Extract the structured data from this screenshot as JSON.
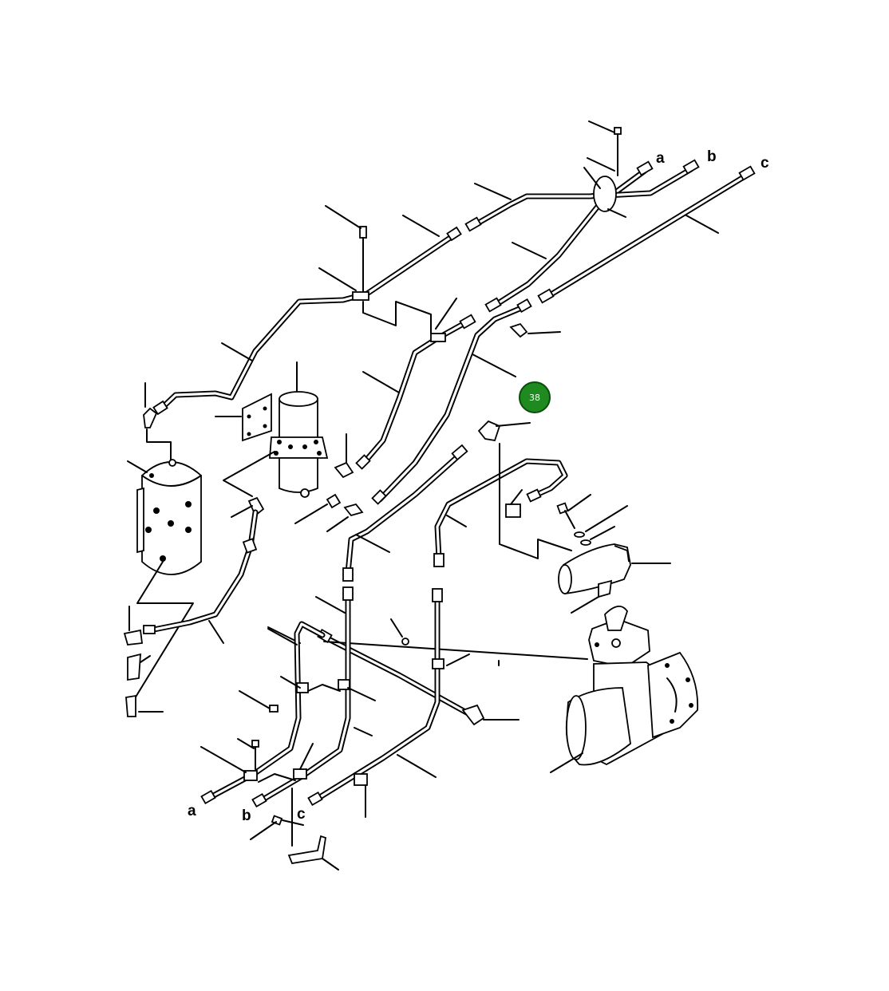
{
  "diagram": {
    "end_labels_top": [
      "a",
      "b",
      "c"
    ],
    "end_labels_bottom": [
      "a",
      "b",
      "c"
    ],
    "hotspot": {
      "label": "38",
      "color": "#1f8a1f"
    }
  }
}
